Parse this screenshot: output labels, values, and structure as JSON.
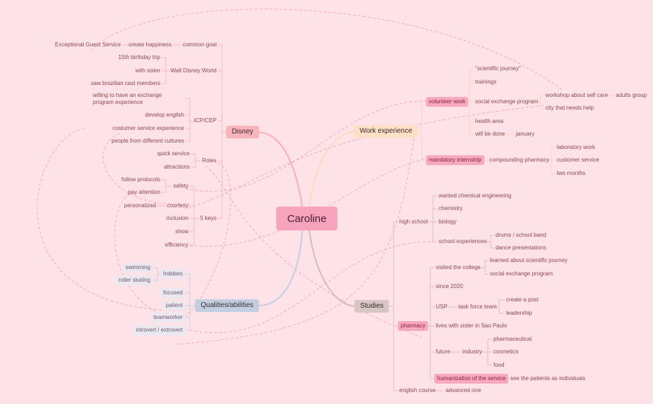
{
  "center": "Caroline",
  "branches": {
    "disney": "Disney",
    "work": "Work experience",
    "qualities": "Qualities/abilities",
    "studies": "Studies"
  },
  "disney": {
    "common_goal": "common goal",
    "create_happiness": "create happiness",
    "exceptional_guest_service": "Exceptional Guest Service",
    "walt_disney_world": "Walt Disney World",
    "birthday_trip": "15th birthday trip",
    "with_sister": "with sister",
    "saw_brazilian": "saw brazilian cast members",
    "icp_cep": "ICP/CEP",
    "exchange_program": "willing to have an exchange program experience",
    "develop_english": "develop english",
    "costumer_service": "costumer service experience",
    "people_cultures": "people from different cultures",
    "roles": "Roles",
    "quick_service": "quick service",
    "attractions": "attractions",
    "five_keys": "5 keys",
    "safety": "safety",
    "follow_protocols": "follow protocols",
    "pay_attention": "pay attention",
    "courtesy": "courtesy",
    "personalized": "personalized",
    "inclusion": "inclusion",
    "show": "show",
    "efficiency": "efficiency"
  },
  "work": {
    "volunteer_work": "volunteer work",
    "scientific_journey": "\"scientific journey\"",
    "trainings": "trainings",
    "social_exchange_program": "social exchange program",
    "workshop": "workshop about self care",
    "adults_group": "adults group",
    "city_needs_help": "city that needs help",
    "health_area": "health area",
    "will_be_done": "will be done",
    "january": "january",
    "mandatory_internship": "mandatory internship",
    "compounding_pharmacy": "compounding pharmacy",
    "laboratory_work": "laboratory work",
    "customer_service": "customer service",
    "two_months": "two months"
  },
  "qualities": {
    "hobbies": "hobbies",
    "swimming": "swimming",
    "roller_skating": "roller skating",
    "focused": "focused",
    "patient": "patient",
    "teamworker": "teamworker",
    "introvert": "introvert / extrovert"
  },
  "studies": {
    "high_school": "high school",
    "wanted_chemical": "wanted chemical engineering",
    "chemistry": "chemistry",
    "biology": "biology",
    "school_experiences": "school experiences",
    "drums": "drums / school band",
    "dance": "dance presentations",
    "pharmacy": "pharmacy",
    "visited_college": "visited the college",
    "learned_scientific": "learned about scientific journey",
    "social_exchange": "social exchange program",
    "since_2020": "since 2020",
    "usp": "USP",
    "task_force": "task force team",
    "create_post": "create a post",
    "leadership": "leadership",
    "lives_sister": "lives with sister in Sao Paulo",
    "future": "future",
    "industry": "industry",
    "pharmaceutical": "pharmaceutical",
    "cosmetics": "cosmetics",
    "food": "food",
    "humanization": "humanization of the service",
    "see_patients": "see the patients as individuals",
    "english_course": "english course",
    "advanced_one": "advanced one"
  },
  "colors": {
    "background": "#fde2e7",
    "center": "#f7a3bd",
    "disney": "#f8b4bc",
    "work": "#fde0c6",
    "qualities": "#c2cfe0",
    "studies": "#d8c6c4"
  }
}
